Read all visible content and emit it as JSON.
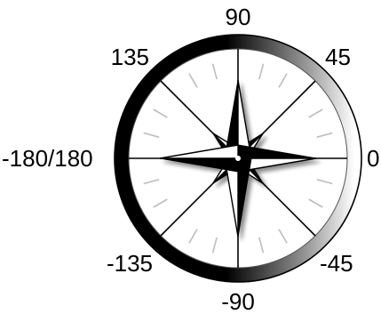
{
  "compass": {
    "labels": {
      "north": "90",
      "northeast": "45",
      "east": "0",
      "southeast": "-45",
      "south": "-90",
      "southwest": "-135",
      "west": "-180/180",
      "northwest": "135"
    },
    "colors": {
      "ring_dark": "#000000",
      "ring_light": "#ffffff",
      "star_fill": "#000000",
      "lines": "#000000",
      "ticks": "#bdbdbd",
      "labels": "#000000"
    }
  }
}
